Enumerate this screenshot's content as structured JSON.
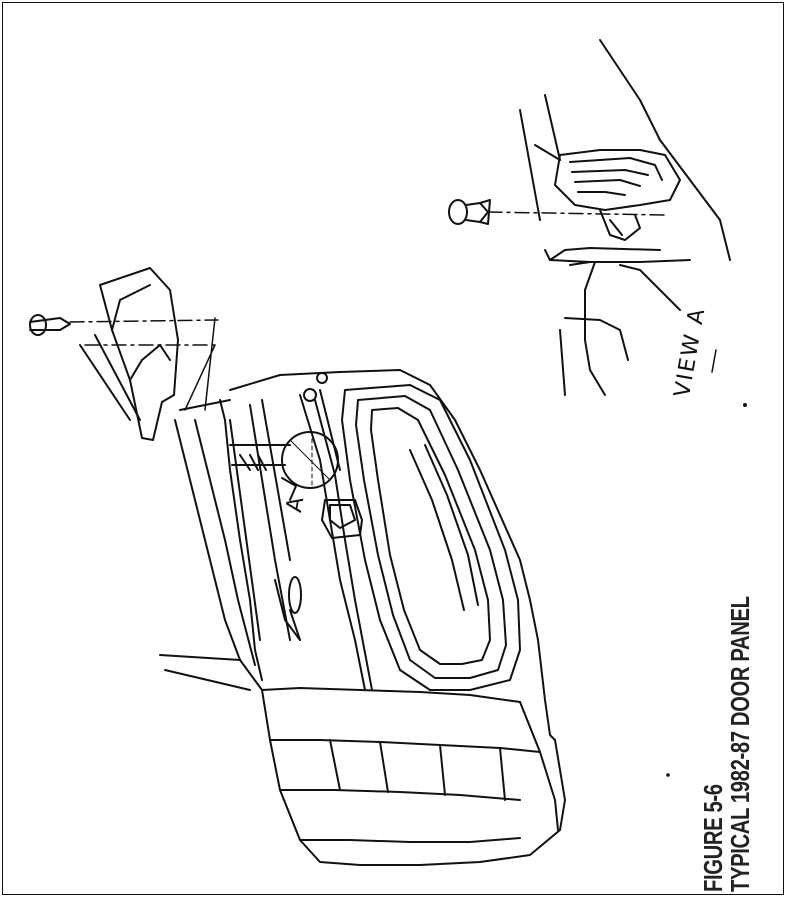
{
  "figure": {
    "number": "FIGURE 5-6",
    "title": "TYPICAL 1982-87 DOOR PANEL"
  },
  "labels": {
    "view": "VIEW A",
    "callout": "A"
  }
}
